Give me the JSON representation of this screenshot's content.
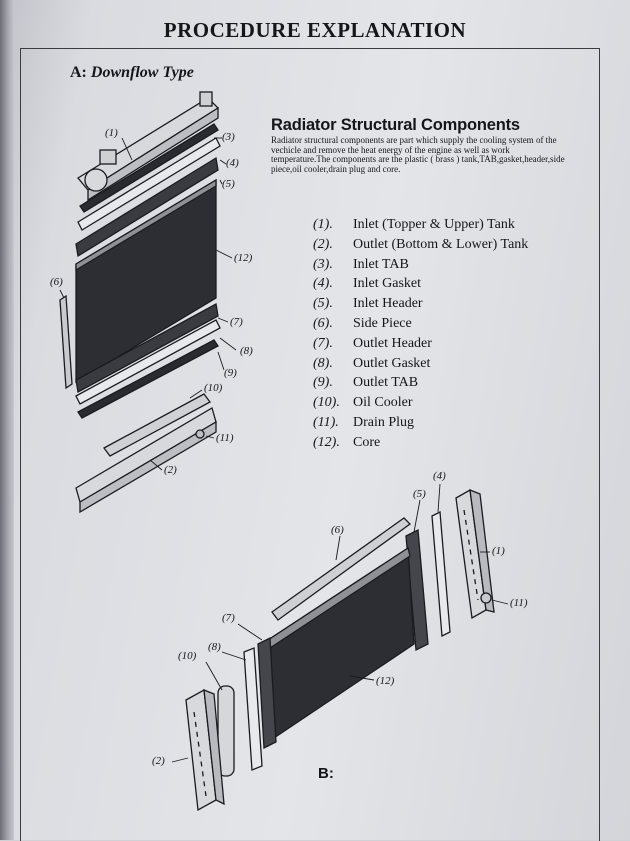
{
  "page_title": "PROCEDURE EXPLANATION",
  "section_a": {
    "prefix": "A:",
    "label": "Downflow Type"
  },
  "components": {
    "heading": "Radiator Structural Components",
    "description": "Radiator structural components are part which supply the cooling system of the vechicle and remove the heat energy of the engine as well as work temperature.The components are the plastic ( brass ) tank,TAB,gasket,header,side piece,oil cooler,drain plug and core.",
    "list": [
      {
        "num": "(1).",
        "label": "Inlet (Topper & Upper) Tank"
      },
      {
        "num": "(2).",
        "label": "Outlet (Bottom & Lower) Tank"
      },
      {
        "num": "(3).",
        "label": "Inlet TAB"
      },
      {
        "num": "(4).",
        "label": "Inlet Gasket"
      },
      {
        "num": "(5).",
        "label": "Inlet Header"
      },
      {
        "num": "(6).",
        "label": "Side Piece"
      },
      {
        "num": "(7).",
        "label": "Outlet Header"
      },
      {
        "num": "(8).",
        "label": "Outlet Gasket"
      },
      {
        "num": "(9).",
        "label": "Outlet TAB"
      },
      {
        "num": "(10).",
        "label": "Oil Cooler"
      },
      {
        "num": "(11).",
        "label": "Drain Plug"
      },
      {
        "num": "(12).",
        "label": "Core"
      }
    ]
  },
  "diagram_a_callouts": [
    "(1)",
    "(3)",
    "(4)",
    "(5)",
    "(12)",
    "(6)",
    "(7)",
    "(8)",
    "(9)",
    "(10)",
    "(11)",
    "(2)"
  ],
  "diagram_b_callouts": [
    "(4)",
    "(5)",
    "(6)",
    "(1)",
    "(11)",
    "(7)",
    "(8)",
    "(10)",
    "(12)",
    "(2)"
  ],
  "section_b": "B:"
}
